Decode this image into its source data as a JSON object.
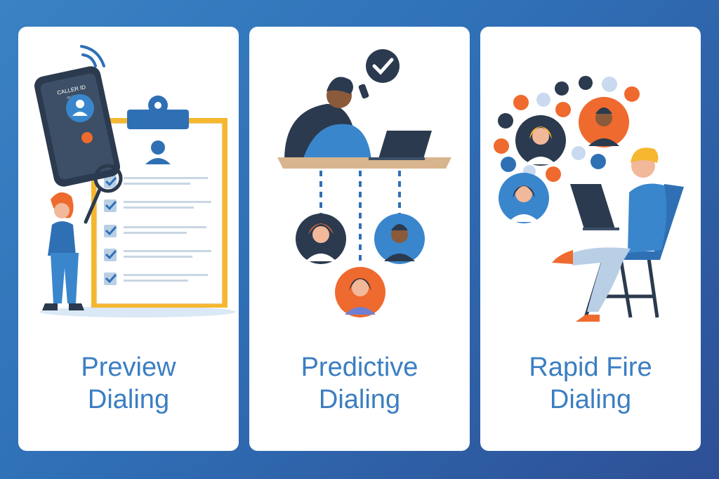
{
  "cards": [
    {
      "title_line1": "Preview",
      "title_line2": "Dialing"
    },
    {
      "title_line1": "Predictive",
      "title_line2": "Dialing"
    },
    {
      "title_line1": "Rapid Fire",
      "title_line2": "Dialing"
    }
  ],
  "phone": {
    "caller_label": "CALLER ID",
    "caller_sub": "00:12"
  },
  "icons": [
    "phone-icon",
    "wifi-signal-icon",
    "clipboard-icon",
    "magnifier-icon",
    "checkmark-icon",
    "laptop-icon",
    "avatar-icon"
  ],
  "colors": {
    "accent_blue": "#3b7ec2",
    "orange": "#ef6a2e",
    "navy": "#2b3a4e",
    "gold": "#f5b730"
  }
}
